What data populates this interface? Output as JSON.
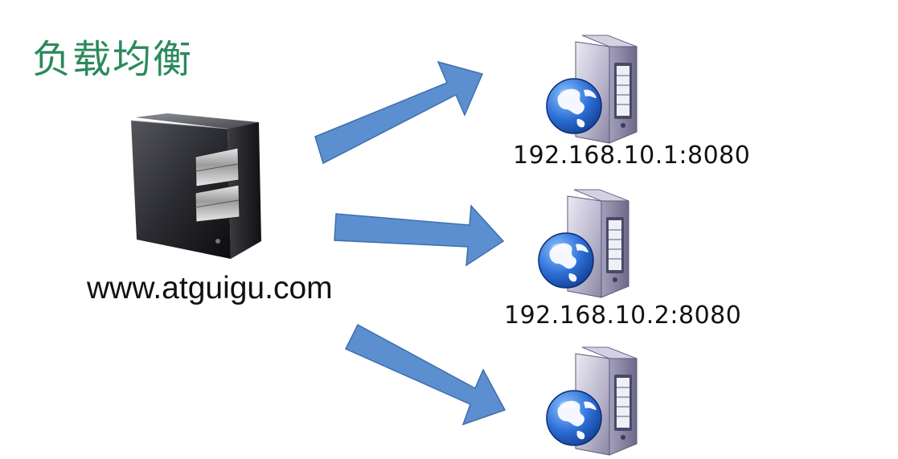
{
  "title": "负载均衡",
  "client": {
    "domain": "www.atguigu.com"
  },
  "servers": [
    {
      "address": "192.168.10.1:8080"
    },
    {
      "address": "192.168.10.2:8080"
    },
    {
      "address": ""
    }
  ]
}
